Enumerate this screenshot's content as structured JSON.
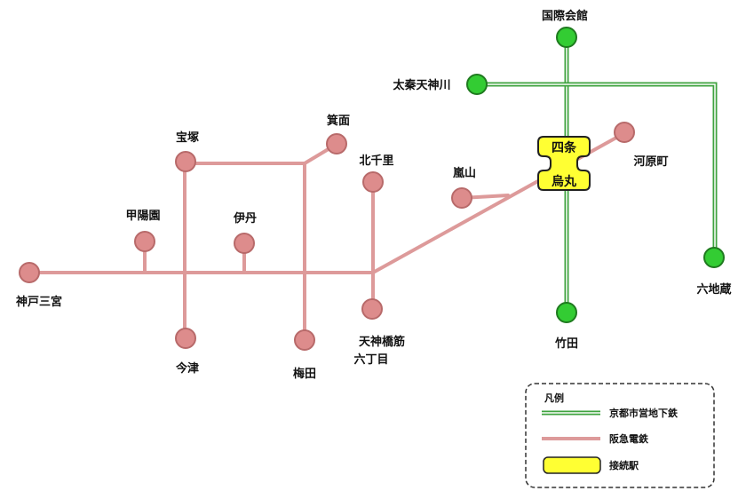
{
  "colors": {
    "hankyu_line": "#dd9a9a",
    "hankyu_station_fill": "#dd8c8c",
    "hankyu_station_stroke": "#b86a6a",
    "subway_line": "#3fa33f",
    "subway_station_fill": "#33cc33",
    "subway_station_stroke": "#1f7a1f",
    "transfer_fill": "#ffff33",
    "transfer_stroke": "#222222"
  },
  "stations": {
    "kokusai_kaikan": "国際会館",
    "uzumasa_tenjingawa": "太秦天神川",
    "rokujizo": "六地蔵",
    "takeda": "竹田",
    "kawaramachi": "河原町",
    "arashiyama": "嵐山",
    "minoo": "箕面",
    "takarazuka": "宝塚",
    "kitasenri": "北千里",
    "koyoen": "甲陽園",
    "itami": "伊丹",
    "kobe_sannomiya": "神戸三宮",
    "imazu": "今津",
    "umeda": "梅田",
    "tenjinbashisuji_1": "天神橋筋",
    "tenjinbashisuji_2": "六丁目"
  },
  "transfer_station": {
    "line1": "四条",
    "line2": "烏丸"
  },
  "legend": {
    "title": "凡例",
    "items": [
      {
        "key": "subway",
        "label": "京都市営地下鉄"
      },
      {
        "key": "hankyu",
        "label": "阪急電鉄"
      },
      {
        "key": "transfer",
        "label": "接続駅"
      }
    ]
  }
}
